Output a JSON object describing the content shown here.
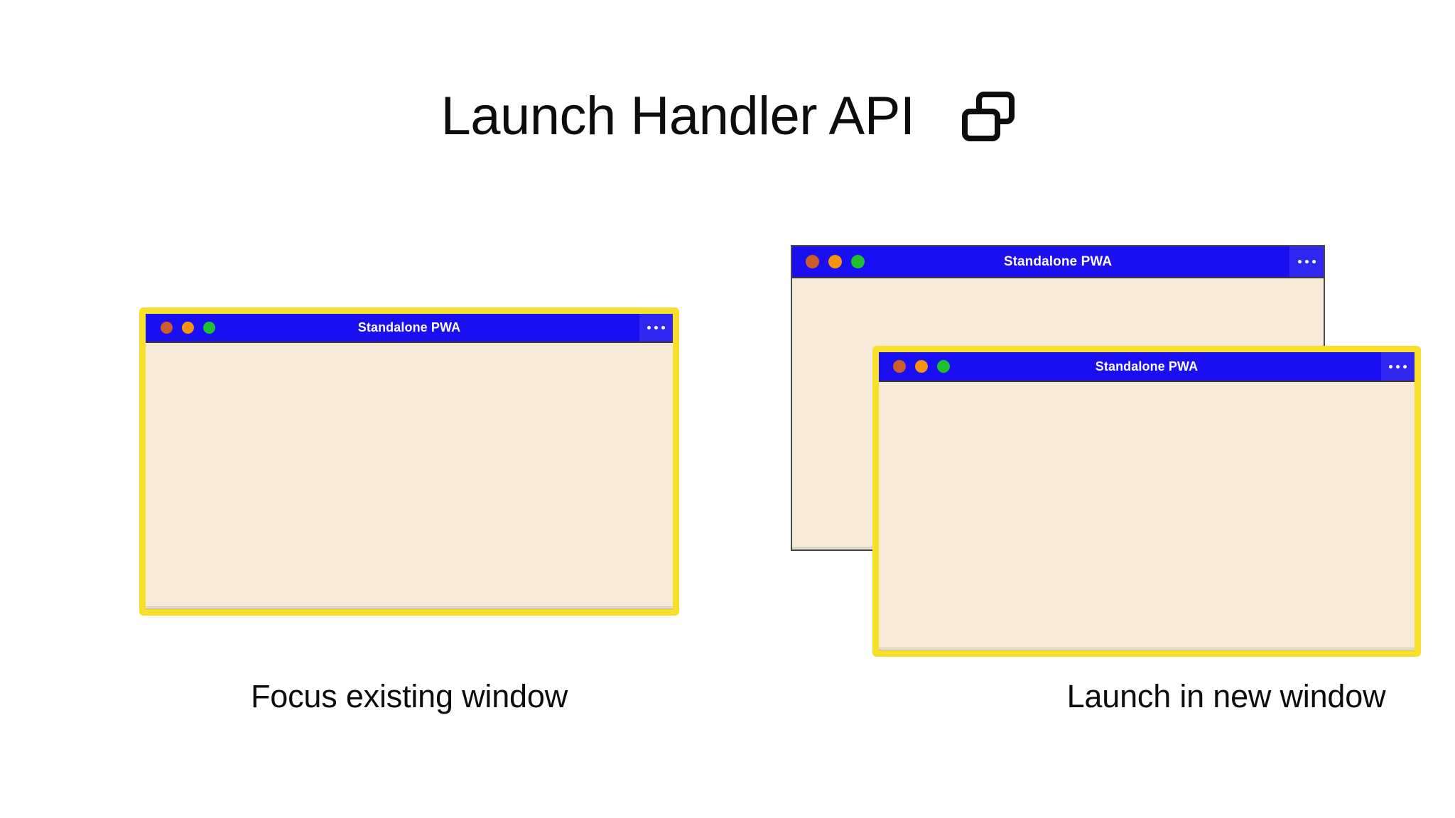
{
  "heading": {
    "title": "Launch Handler API",
    "icon": "multi-window-icon"
  },
  "colors": {
    "titlebar_blue": "#1a0ff0",
    "menu_blue": "#2f26f0",
    "window_body": "#f7ead8",
    "highlight_yellow": "#f8e02a",
    "plain_border": "#4a4a4a",
    "dot_close": "#cd5c2b",
    "dot_minimize": "#f59311",
    "dot_maximize": "#1fc12f",
    "title_text": "#fbfbff",
    "page_text": "#0d0d0d",
    "page_background": "#ffffff"
  },
  "scenarios": [
    {
      "id": "focus-existing",
      "caption": "Focus existing window",
      "windows": [
        {
          "id": "focus-window",
          "title": "Standalone PWA",
          "highlighted": true,
          "menu_icon": "ellipsis-icon",
          "controls": [
            "close",
            "minimize",
            "maximize"
          ]
        }
      ]
    },
    {
      "id": "launch-new",
      "caption": "Launch in new window",
      "windows": [
        {
          "id": "existing-window",
          "title": "Standalone PWA",
          "highlighted": false,
          "menu_icon": "ellipsis-icon",
          "controls": [
            "close",
            "minimize",
            "maximize"
          ]
        },
        {
          "id": "new-window",
          "title": "Standalone PWA",
          "highlighted": true,
          "menu_icon": "ellipsis-icon",
          "controls": [
            "close",
            "minimize",
            "maximize"
          ]
        }
      ]
    }
  ]
}
